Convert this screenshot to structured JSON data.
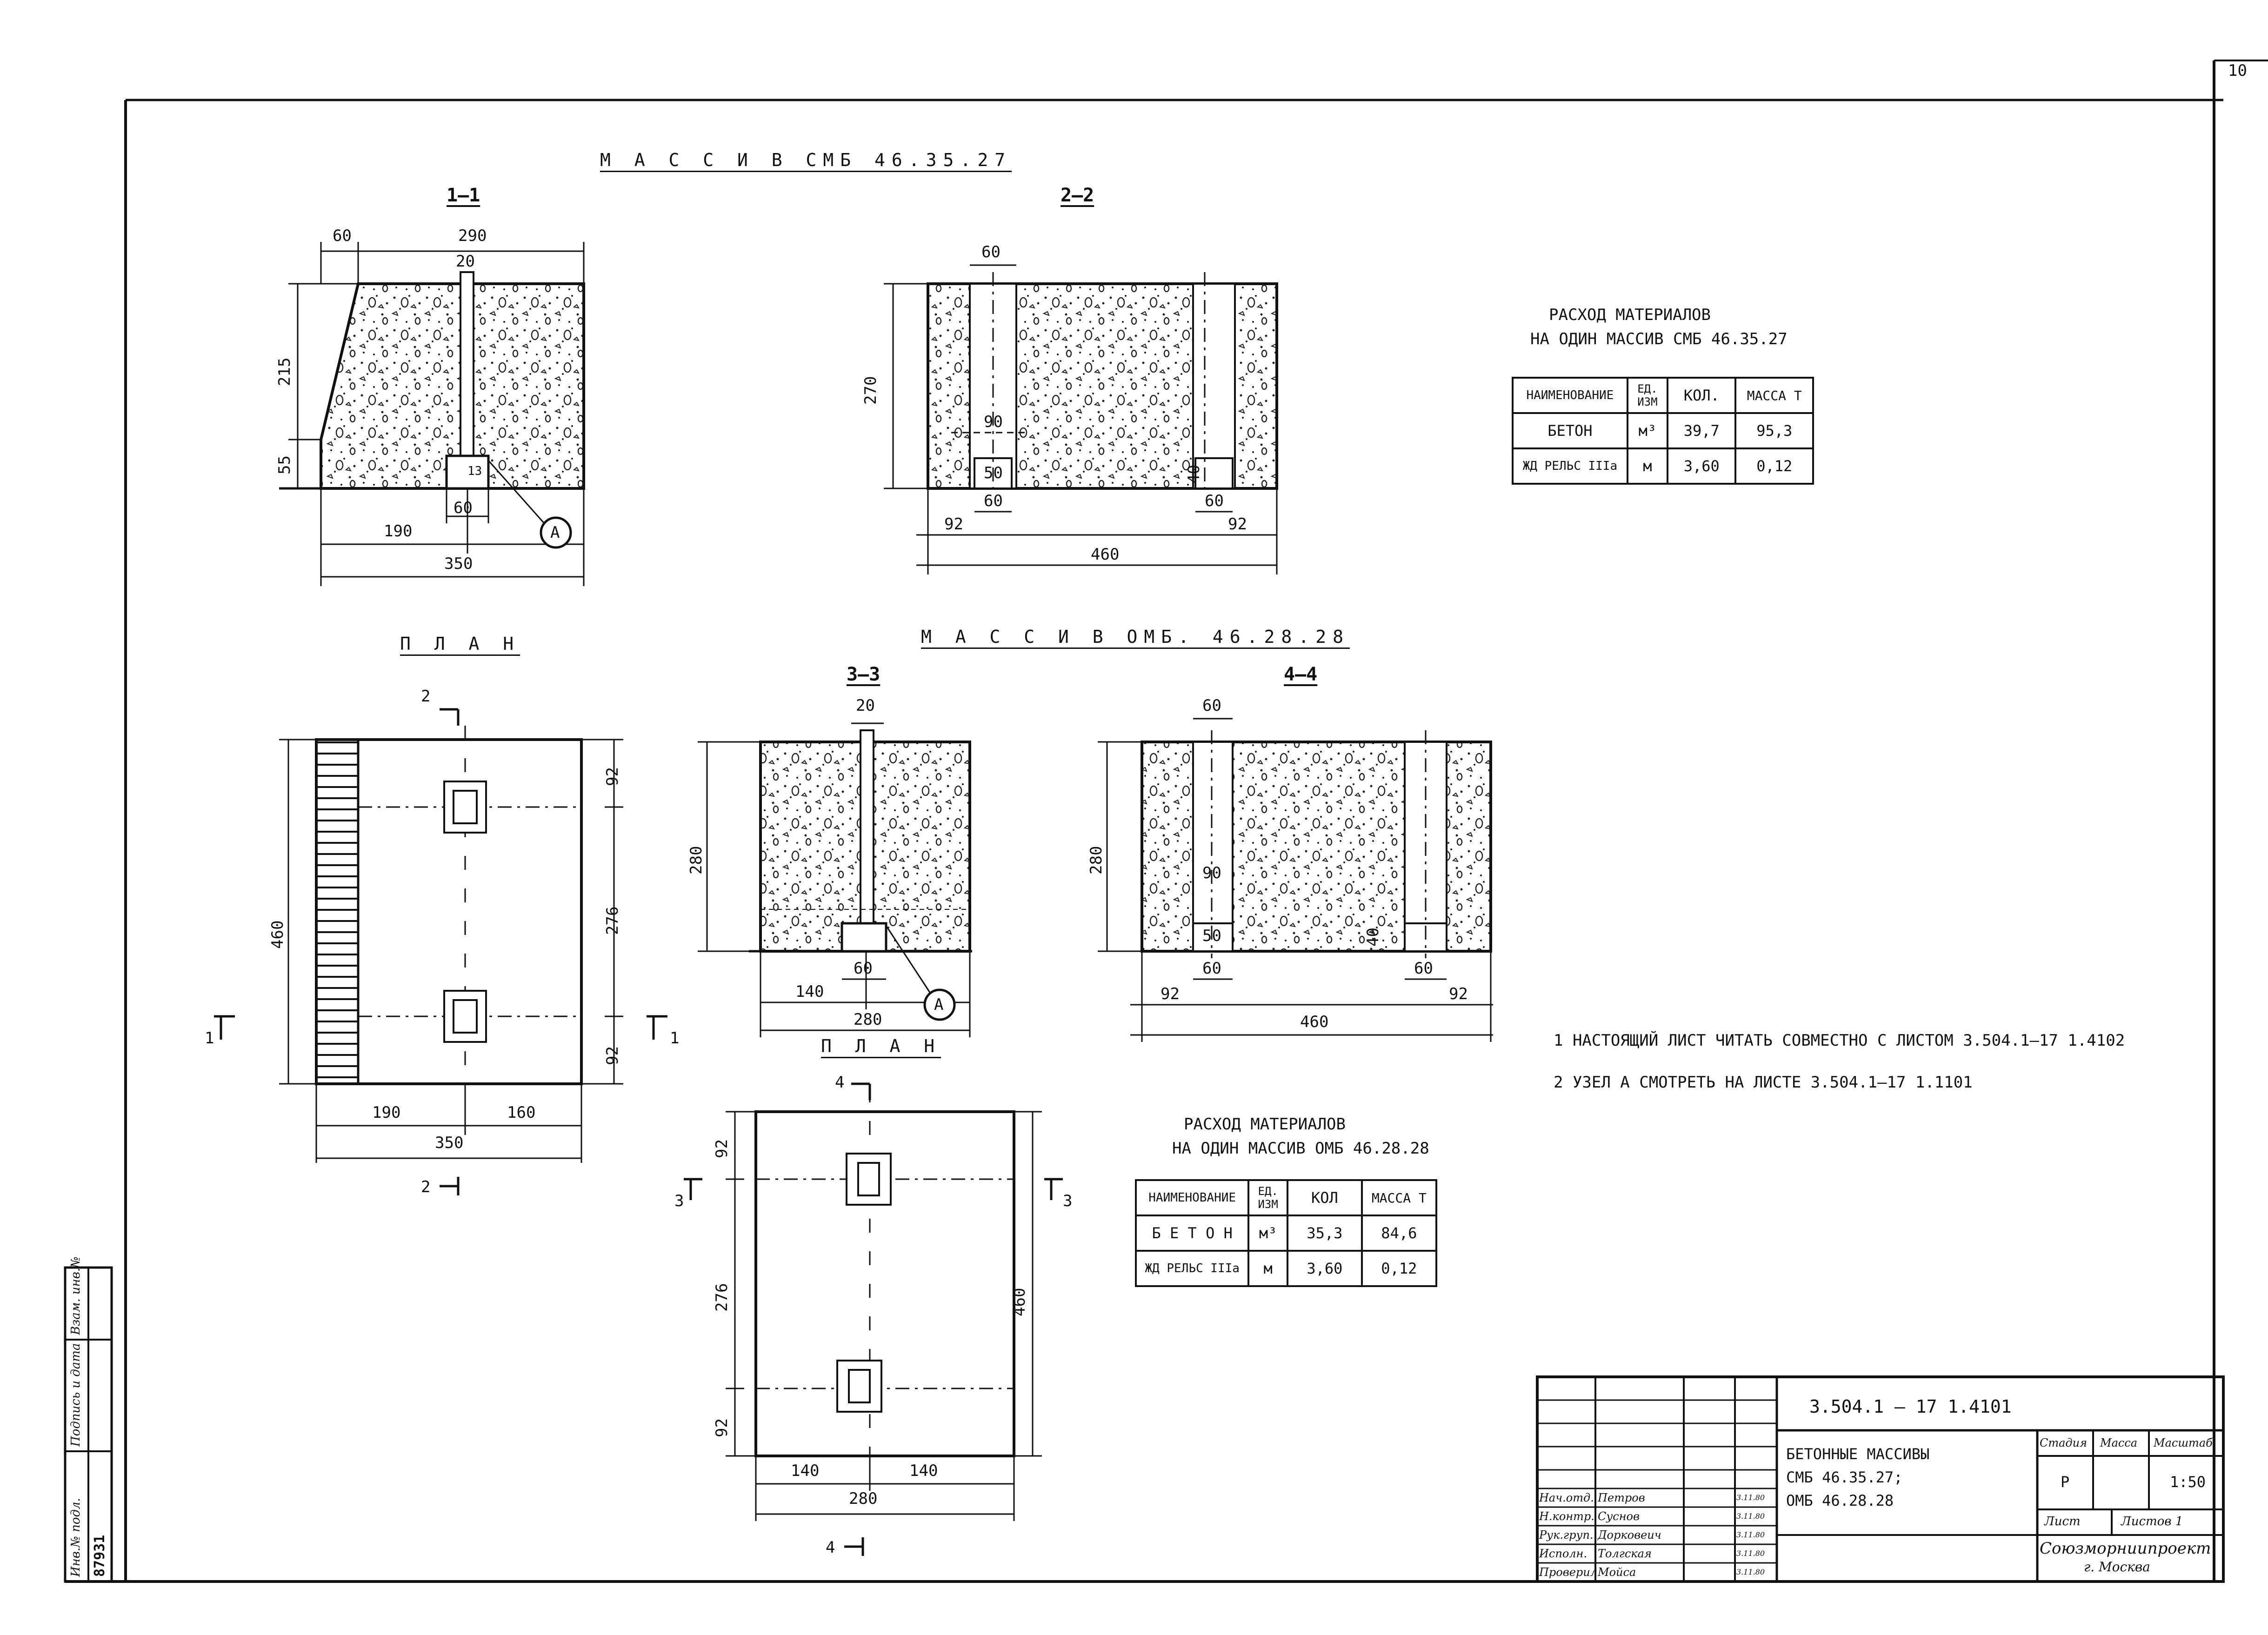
{
  "sheet_number": "10",
  "massiv1": {
    "title": "М А С С И В   СМБ  46.35.27",
    "sec11": "1–1",
    "sec22": "2–2",
    "dims11": {
      "d60": "60",
      "d290": "290",
      "d20": "20",
      "d215": "215",
      "d55": "55",
      "d190": "190",
      "d60b": "60",
      "d350": "350",
      "d13": "13",
      "node": "А"
    },
    "dims22": {
      "d60": "60",
      "d270": "270",
      "d90": "90",
      "d50": "50",
      "d60a": "60",
      "d60b": "60",
      "d92a": "92",
      "d92b": "92",
      "d460": "460",
      "d40": "40"
    },
    "plan_title": "П Л А Н",
    "plan": {
      "d92a": "92",
      "d276": "276",
      "d92b": "92",
      "d460": "460",
      "d190": "190",
      "d160": "160",
      "d350": "350",
      "cut1l": "1",
      "cut1r": "1",
      "cut2t": "2",
      "cut2b": "2"
    }
  },
  "massiv2": {
    "title": "М А С С И В   ОМБ. 46.28.28",
    "sec33": "3–3",
    "sec44": "4–4",
    "dims33": {
      "d20": "20",
      "d280": "280",
      "d60": "60",
      "d140": "140",
      "d280b": "280",
      "node": "А"
    },
    "dims44": {
      "d60": "60",
      "d280": "280",
      "d90": "90",
      "d50": "50",
      "d40": "40",
      "d60a": "60",
      "d60b": "60",
      "d92a": "92",
      "d92b": "92",
      "d460": "460"
    },
    "plan_title": "П Л А Н",
    "plan": {
      "d92a": "92",
      "d276": "276",
      "d92b": "92",
      "d460": "460",
      "d140a": "140",
      "d140b": "140",
      "d280": "280",
      "cut3l": "3",
      "cut3r": "3",
      "cut4t": "4",
      "cut4b": "4"
    }
  },
  "table1": {
    "caption1": "РАСХОД  МАТЕРИАЛОВ",
    "caption2": "НА ОДИН МАССИВ  СМБ  46.35.27",
    "headers": [
      "НАИМЕНОВАНИЕ",
      "ЕД. ИЗМ",
      "КОЛ.",
      "МАССА Т"
    ],
    "rows": [
      [
        "БЕТОН",
        "м³",
        "39,7",
        "95,3"
      ],
      [
        "ЖД РЕЛЬС IIIа",
        "м",
        "3,60",
        "0,12"
      ]
    ]
  },
  "table2": {
    "caption1": "РАСХОД  МАТЕРИАЛОВ",
    "caption2": "НА ОДИН МАССИВ  ОМБ  46.28.28",
    "headers": [
      "НАИМЕНОВАНИЕ",
      "ЕД. ИЗМ",
      "КОЛ",
      "МАССА Т"
    ],
    "rows": [
      [
        "Б Е Т О Н",
        "м³",
        "35,3",
        "84,6"
      ],
      [
        "ЖД РЕЛЬС IIIа",
        "м",
        "3,60",
        "0,12"
      ]
    ]
  },
  "notes": [
    "1  НАСТОЯЩИЙ  ЛИСТ  ЧИТАТЬ  СОВМЕСТНО  С  ЛИСТОМ 3.504.1–17  1.4102",
    "2  УЗЕЛ  А   СМОТРЕТЬ   НА  ЛИСТЕ 3.504.1–17  1.1101"
  ],
  "titleblock": {
    "code": "3.504.1 – 17 1.4101",
    "name1": "БЕТОННЫЕ  МАССИВЫ",
    "name2": "СМБ 46.35.27;",
    "name3": "ОМБ 46.28.28",
    "stadia_label": "Стадия",
    "list_label": "Лист",
    "massa_label": "Масса",
    "mashtab_label": "Масштаб",
    "listov_label": "Листов 1",
    "stadia": "Р",
    "mashtab": "1:50",
    "org1": "Союзморниипроект",
    "org2": "г. Москва",
    "people": [
      {
        "role": "Нач.отд.",
        "name": "Петров",
        "date": "3.11.80"
      },
      {
        "role": "Н.контр.",
        "name": "Суснов",
        "date": "3.11.80"
      },
      {
        "role": "Рук.груп.",
        "name": "Дорковеич",
        "date": "3.11.80"
      },
      {
        "role": "Исполн.",
        "name": "Толгская",
        "date": "3.11.80"
      },
      {
        "role": "Проверил",
        "name": "Мойса",
        "date": "3.11.80"
      }
    ]
  },
  "side_stamp": {
    "inv": "Инв.№ подл.",
    "sign": "Подпись и дата",
    "vzam": "Взам. инв.№",
    "inv_no": "87931"
  }
}
